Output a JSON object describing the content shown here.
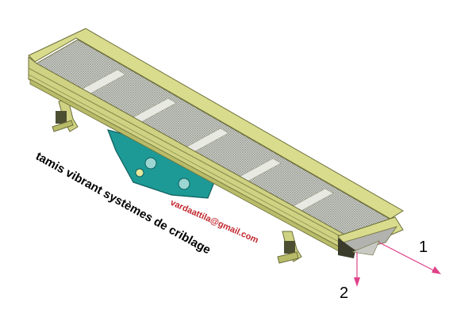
{
  "labels": {
    "title": "tamis vibrant  systèmes de criblage",
    "email": "vardaattila@gmail.com",
    "outlet_1": "1",
    "outlet_2": "2"
  },
  "colors": {
    "frame": "#d9dc8c",
    "frame_dark": "#b8bb68",
    "mesh": "#cfd2cc",
    "drive_plate": "#1d9a96",
    "arrow": "#e0428a",
    "email_text": "#c2282f"
  }
}
